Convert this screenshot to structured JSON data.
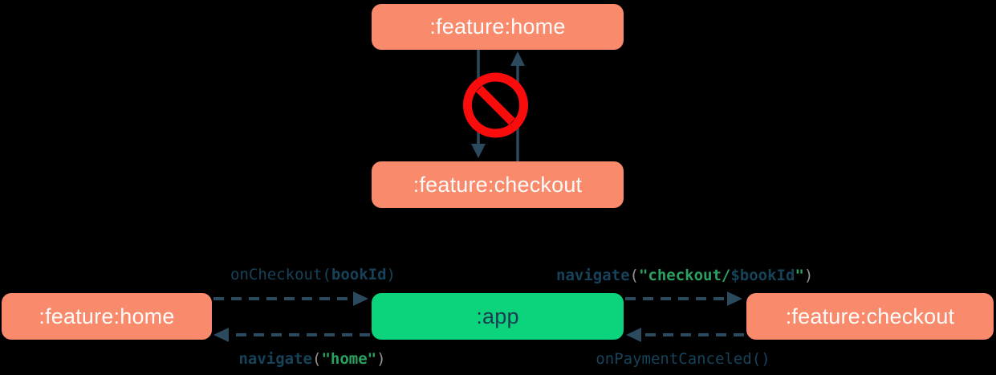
{
  "colors": {
    "background": "#000000",
    "salmon": "#F98A6B",
    "green": "#0BD47D",
    "navy": "#1D3C52",
    "arrow": "#2B4A5E",
    "code-navy": "#16425A",
    "code-green": "#2BA161",
    "code-gray": "#939393",
    "red": "#FA0C0C",
    "box-text-light": "#FBFBFB"
  },
  "top": {
    "home": ":feature:home",
    "checkout": ":feature:checkout",
    "no_sign": "no-entry-prohibited"
  },
  "bottom": {
    "home": ":feature:home",
    "app": ":app",
    "checkout": ":feature:checkout",
    "on_checkout": {
      "fn": "onCheckout(",
      "arg": "bookId",
      "close": ")"
    },
    "navigate_home": {
      "fn": "navigate",
      "open": "(",
      "str": "\"home\"",
      "close": ")"
    },
    "navigate_checkout": {
      "fn": "navigate",
      "open": "(",
      "str1": "\"checkout/",
      "tpl": "$bookId",
      "str2": "\"",
      "close": ")"
    },
    "on_payment": {
      "text": "onPaymentCanceled()"
    }
  }
}
